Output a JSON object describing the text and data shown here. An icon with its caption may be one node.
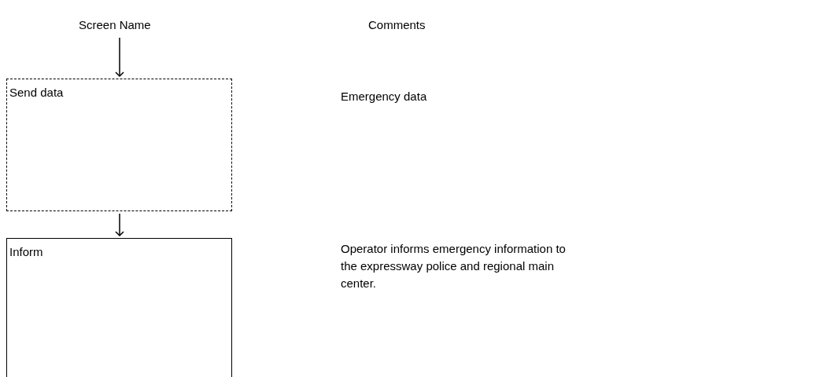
{
  "diagram": {
    "nodes": [
      {
        "text": [
          "Send data"
        ]
      },
      {
        "text": [
          "Inform"
        ]
      }
    ],
    "edges": [
      {
        "from": null,
        "to": 0,
        "arrow": "to"
      },
      {
        "from": 0,
        "to": 1,
        "arrow": "to"
      }
    ],
    "labels": [
      "Screen Name",
      "Comments",
      "Emergency data",
      "Operator informs emergency information to the expressway police and regional main center."
    ]
  }
}
